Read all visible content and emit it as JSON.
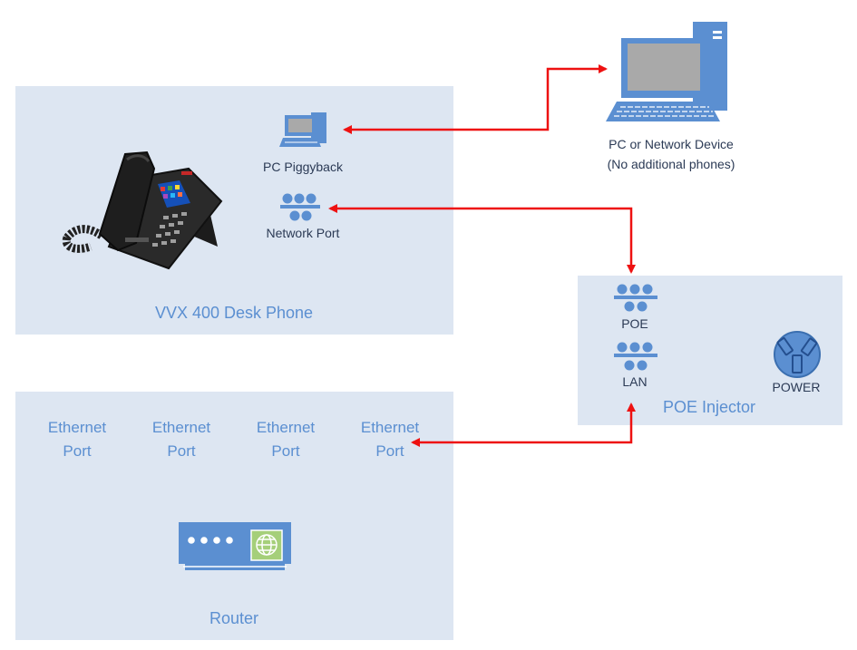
{
  "desk_phone": {
    "title": "VVX 400 Desk Phone",
    "pc_port": "PC Piggyback",
    "network_port": "Network Port"
  },
  "pc": {
    "line1": "PC or Network Device",
    "line2": "(No additional phones)"
  },
  "poe_injector": {
    "title": "POE Injector",
    "poe_port": "POE",
    "lan_port": "LAN",
    "power": "POWER"
  },
  "router": {
    "title": "Router",
    "ports": [
      {
        "line1": "Ethernet",
        "line2": "Port"
      },
      {
        "line1": "Ethernet",
        "line2": "Port"
      },
      {
        "line1": "Ethernet",
        "line2": "Port"
      },
      {
        "line1": "Ethernet",
        "line2": "Port"
      }
    ]
  },
  "colors": {
    "panel": "#dde6f2",
    "accent": "#5b8fd1",
    "connector": "#ee1111"
  }
}
